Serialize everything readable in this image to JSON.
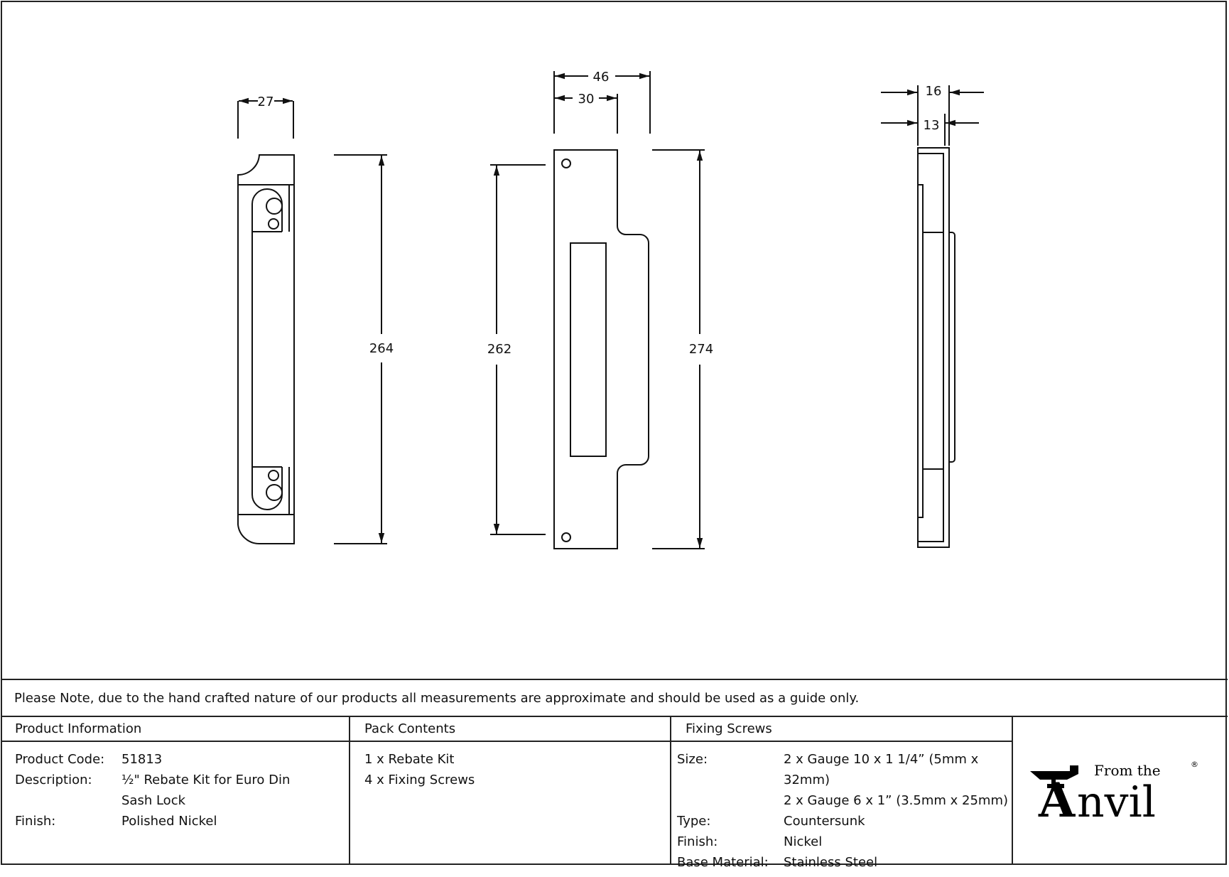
{
  "dimensions": {
    "left_width": "27",
    "left_height": "264",
    "center_width_total": "46",
    "center_width_inner": "30",
    "center_hole_spacing": "262",
    "center_height": "274",
    "right_depth_total": "16",
    "right_depth_inner": "13"
  },
  "note": "Please Note, due to the hand crafted nature of our products all measurements are approximate and should be used as a guide only.",
  "product_information": {
    "heading": "Product Information",
    "rows": [
      {
        "label": "Product Code:",
        "value": "51813"
      },
      {
        "label": "Description:",
        "value": "½\" Rebate Kit for Euro Din Sash Lock"
      },
      {
        "label": "Finish:",
        "value": "Polished Nickel"
      }
    ]
  },
  "pack_contents": {
    "heading": "Pack Contents",
    "items": [
      "1 x Rebate Kit",
      "4 x Fixing Screws"
    ]
  },
  "fixing_screws": {
    "heading": "Fixing Screws",
    "rows": [
      {
        "label": "Size:",
        "value": "2 x Gauge 10 x 1 1/4” (5mm x 32mm)"
      },
      {
        "label": "",
        "value": "2 x Gauge 6 x 1” (3.5mm x 25mm)"
      },
      {
        "label": "Type:",
        "value": "Countersunk"
      },
      {
        "label": "Finish:",
        "value": "Nickel"
      },
      {
        "label": "Base Material:",
        "value": "Stainless Steel"
      }
    ]
  },
  "logo": {
    "small_text": "From the",
    "big_text": "Anvil",
    "mark": "®"
  }
}
